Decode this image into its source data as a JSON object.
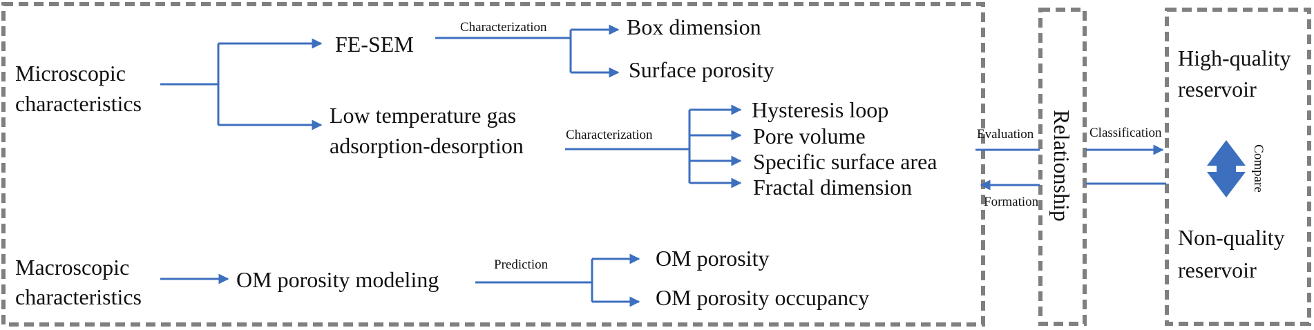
{
  "colors": {
    "arrow": "#3d6fbf",
    "frame": "#7f7f7f",
    "text": "#111111"
  },
  "microscopic": {
    "line1": "Microscopic",
    "line2": "characteristics"
  },
  "fesem": {
    "label": "FE-SEM",
    "edge_label": "Characterization",
    "outputs": [
      "Box dimension",
      "Surface porosity"
    ]
  },
  "gas": {
    "line1": "Low temperature gas",
    "line2": "adsorption-desorption",
    "edge_label": "Characterization",
    "outputs": [
      "Hysteresis loop",
      "Pore volume",
      "Specific surface area",
      "Fractal dimension"
    ]
  },
  "macroscopic": {
    "line1": "Macroscopic",
    "line2": "characteristics"
  },
  "om_model": {
    "label": "OM porosity modeling",
    "edge_label": "Prediction",
    "outputs": [
      "OM porosity",
      "OM porosity occupancy"
    ]
  },
  "relationship": {
    "label": "Relationship",
    "left_top_label": "Evaluation",
    "left_bottom_label": "Formation",
    "right_label": "Classification"
  },
  "reservoir": {
    "high_line1": "High-quality",
    "high_line2": "reservoir",
    "non_line1": "Non-quality",
    "non_line2": "reservoir",
    "compare_label": "Compare"
  }
}
